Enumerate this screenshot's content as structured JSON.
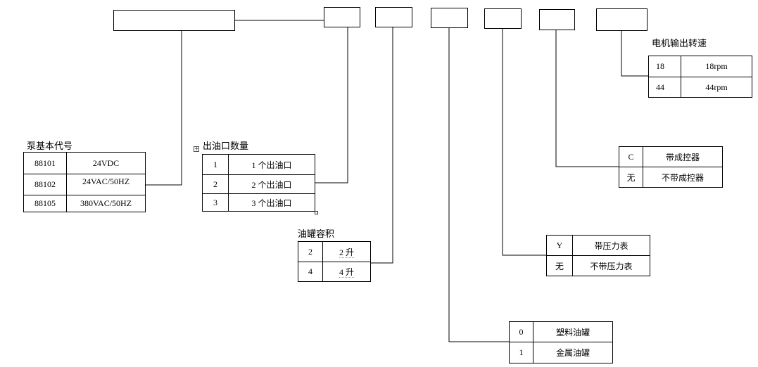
{
  "tables": {
    "base_code": {
      "title": "泵基本代号",
      "rows": [
        {
          "code": "88101",
          "desc": "24VDC"
        },
        {
          "code": "88102",
          "desc": "24VAC/50HZ"
        },
        {
          "code": "88105",
          "desc": "380VAC/50HZ"
        }
      ]
    },
    "outlets": {
      "title": "出油口数量",
      "rows": [
        {
          "code": "1",
          "desc": "1 个出油口"
        },
        {
          "code": "2",
          "desc": "2 个出油口"
        },
        {
          "code": "3",
          "desc": "3 个出油口"
        }
      ]
    },
    "tank_volume": {
      "title": "油罐容积",
      "rows": [
        {
          "code": "2",
          "desc": "2 升"
        },
        {
          "code": "4",
          "desc": "4 升"
        }
      ]
    },
    "tank_material": {
      "rows": [
        {
          "code": "0",
          "desc": "塑料油罐"
        },
        {
          "code": "1",
          "desc": "金属油罐"
        }
      ]
    },
    "pressure_gauge": {
      "rows": [
        {
          "code": "Y",
          "desc": "带压力表"
        },
        {
          "code": "无",
          "desc": "不带压力表"
        }
      ]
    },
    "controller": {
      "rows": [
        {
          "code": "C",
          "desc": "带成控器"
        },
        {
          "code": "无",
          "desc": "不带成控器"
        }
      ]
    },
    "motor_speed": {
      "title": "电机输出转速",
      "rows": [
        {
          "code": "18",
          "desc": "18rpm"
        },
        {
          "code": "44",
          "desc": "44rpm"
        }
      ]
    }
  }
}
